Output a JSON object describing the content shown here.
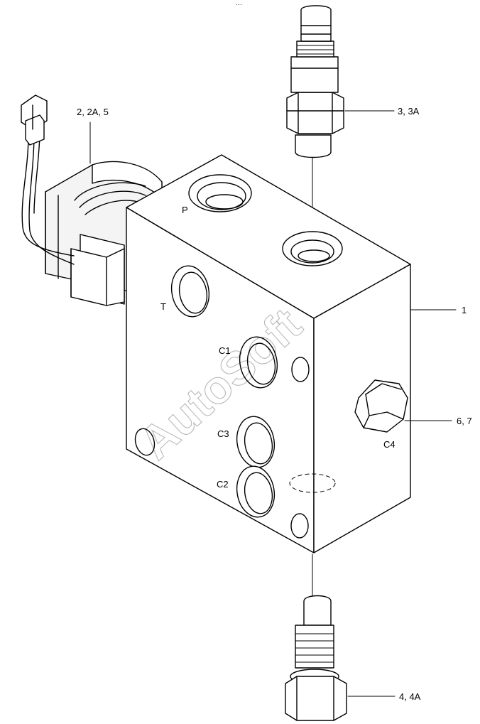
{
  "callouts": {
    "valve_body": "1",
    "solenoid": "2, 2A, 5",
    "top_fitting": "3, 3A",
    "bottom_fitting": "4, 4A",
    "side_plug": "6, 7"
  },
  "ports": {
    "p": "P",
    "t": "T",
    "c1": "C1",
    "c2": "C2",
    "c3": "C3",
    "c4": "C4"
  },
  "watermark": "AutoSoft",
  "small_mark": "···"
}
